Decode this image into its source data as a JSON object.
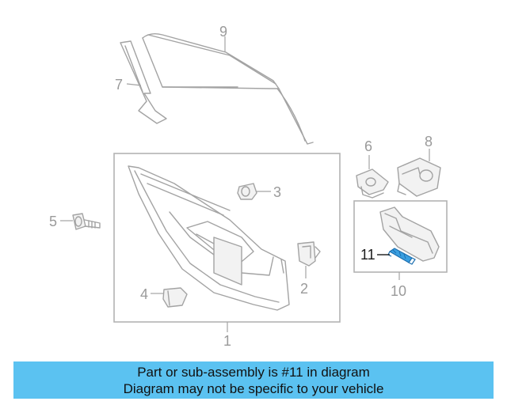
{
  "callouts": {
    "c1": "1",
    "c2": "2",
    "c3": "3",
    "c4": "4",
    "c5": "5",
    "c6": "6",
    "c7": "7",
    "c8": "8",
    "c9": "9",
    "c10": "10",
    "c11": "11"
  },
  "highlighted_part": "11",
  "colors": {
    "banner_bg": "#5bc2f1",
    "highlight_part": "#3a9fe0",
    "line_art": "#a3a3a3"
  },
  "banner": {
    "line1": "Part or sub-assembly is #11 in diagram",
    "line2": "Diagram may not be specific to your vehicle"
  }
}
